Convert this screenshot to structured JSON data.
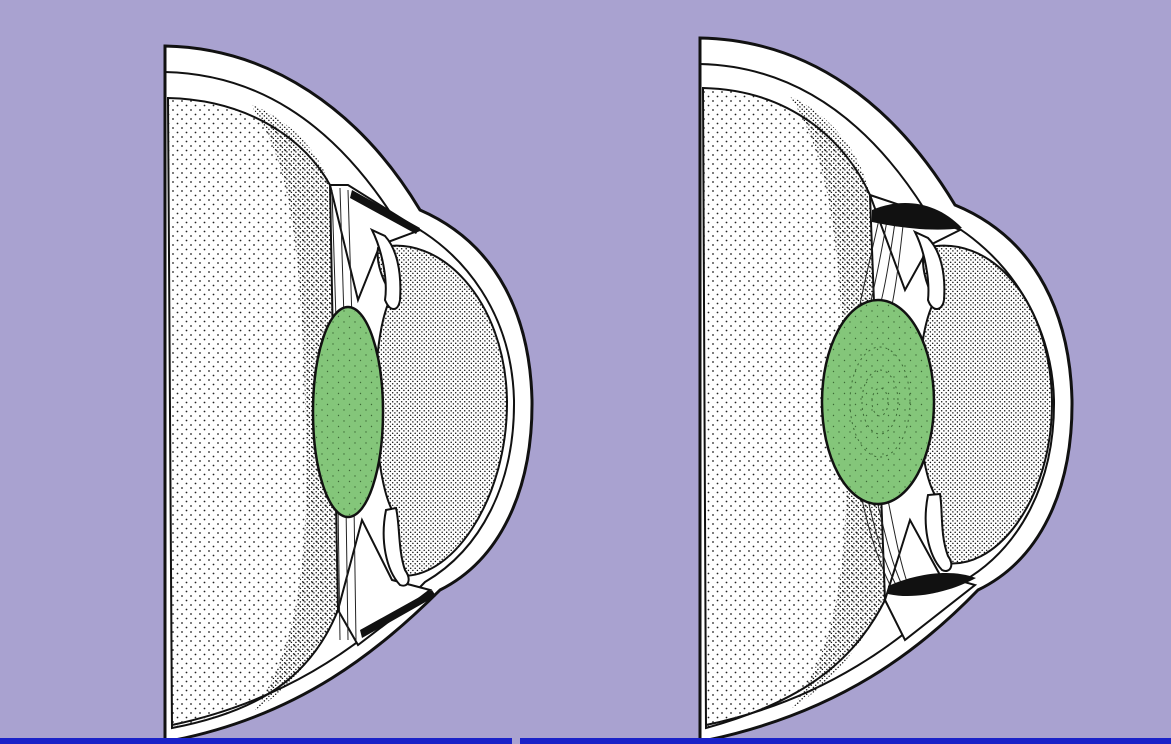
{
  "figure": {
    "panels": [
      {
        "id": "left",
        "accommodation": "relaxed",
        "lens_shape": "thin"
      },
      {
        "id": "right",
        "accommodation": "accommodated",
        "lens_shape": "thick"
      }
    ],
    "colors": {
      "background": "#a9a2d0",
      "lens": "#84c67a",
      "tissue": "#ffffff",
      "outline": "#111111",
      "stipple": "#222222",
      "bottom_bar": "#1a22c8"
    }
  }
}
